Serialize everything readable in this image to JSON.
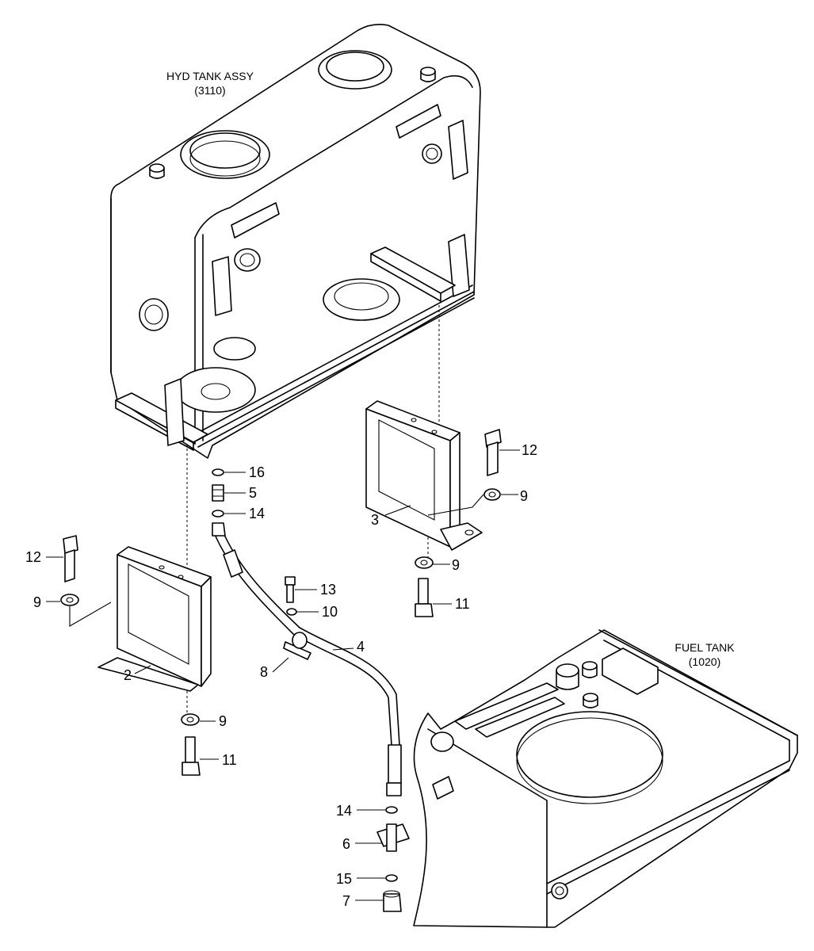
{
  "assemblies": {
    "hyd_tank": {
      "name": "HYD TANK ASSY",
      "code": "(3110)"
    },
    "fuel_tank": {
      "name": "FUEL TANK",
      "code": "(1020)"
    }
  },
  "callouts": {
    "c16": "16",
    "c5": "5",
    "c14a": "14",
    "c12r": "12",
    "c9r1": "9",
    "c3": "3",
    "c9r2": "9",
    "c11r": "11",
    "c12l": "12",
    "c9l1": "9",
    "c2": "2",
    "c9l2": "9",
    "c11l": "11",
    "c13": "13",
    "c10": "10",
    "c4": "4",
    "c8": "8",
    "c14b": "14",
    "c6": "6",
    "c15": "15",
    "c7": "7"
  }
}
